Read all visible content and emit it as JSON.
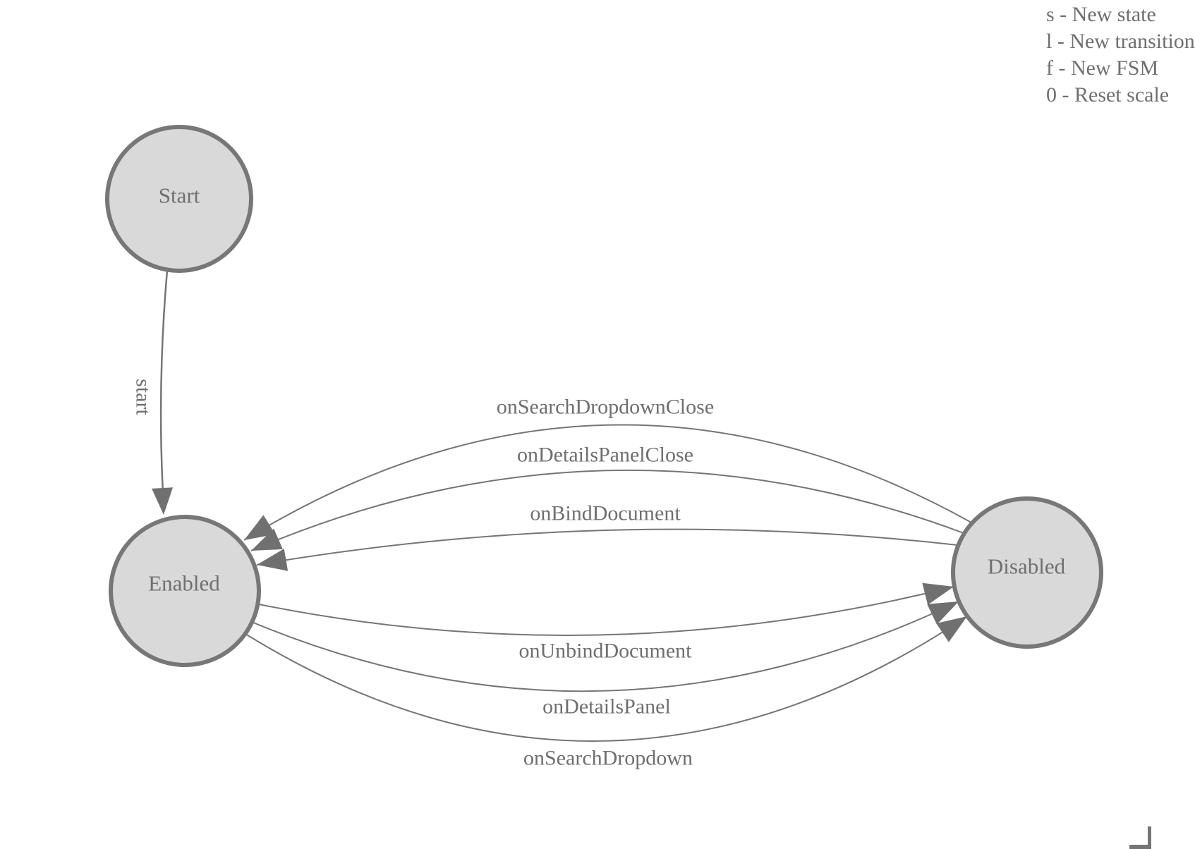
{
  "app": {
    "type": "finite-state-machine-diagram"
  },
  "colors": {
    "background": "#ffffff",
    "state_fill": "#d9d9d9",
    "state_stroke": "#777777",
    "edge_line": "#757575",
    "text": "#6f6f6f"
  },
  "legend": {
    "items": [
      {
        "key": "s",
        "text": "s - New state"
      },
      {
        "key": "l",
        "text": "l - New transition"
      },
      {
        "key": "f",
        "text": "f - New FSM"
      },
      {
        "key": "0",
        "text": "0 - Reset scale"
      }
    ]
  },
  "states": [
    {
      "id": "start",
      "label": "Start"
    },
    {
      "id": "enabled",
      "label": "Enabled"
    },
    {
      "id": "disabled",
      "label": "Disabled"
    }
  ],
  "transitions": [
    {
      "label": "start",
      "from": "Start",
      "to": "Enabled"
    },
    {
      "label": "onSearchDropdownClose",
      "from": "Disabled",
      "to": "Enabled"
    },
    {
      "label": "onDetailsPanelClose",
      "from": "Disabled",
      "to": "Enabled"
    },
    {
      "label": "onBindDocument",
      "from": "Disabled",
      "to": "Enabled"
    },
    {
      "label": "onUnbindDocument",
      "from": "Enabled",
      "to": "Disabled"
    },
    {
      "label": "onDetailsPanel",
      "from": "Enabled",
      "to": "Disabled"
    },
    {
      "label": "onSearchDropdown",
      "from": "Enabled",
      "to": "Disabled"
    }
  ]
}
